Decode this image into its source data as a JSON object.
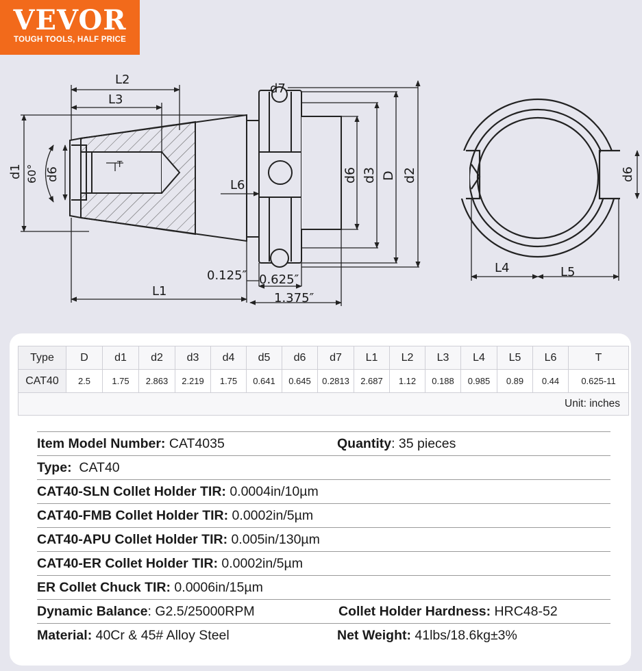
{
  "brand": {
    "name": "VEVOR",
    "tagline": "TOUGH TOOLS, HALF PRICE",
    "color": "#f26a1b"
  },
  "drawing": {
    "labels": {
      "L2": "L2",
      "L3": "L3",
      "L1": "L1",
      "L4": "L4",
      "L5": "L5",
      "L6": "L6",
      "d1": "d1",
      "d6": "d6",
      "d3": "d3",
      "D": "D",
      "d2": "d2",
      "d7": "d7",
      "T": "T",
      "angle": "60°",
      "dim_0125": "0.125″",
      "dim_0625": "0.625″",
      "dim_1375": "1.375″"
    }
  },
  "table": {
    "headers": [
      "Type",
      "D",
      "d1",
      "d2",
      "d3",
      "d4",
      "d5",
      "d6",
      "d7",
      "L1",
      "L2",
      "L3",
      "L4",
      "L5",
      "L6",
      "T"
    ],
    "values": [
      "CAT40",
      "2.5",
      "1.75",
      "2.863",
      "2.219",
      "1.75",
      "0.641",
      "0.645",
      "0.2813",
      "2.687",
      "1.12",
      "0.188",
      "0.985",
      "0.89",
      "0.44",
      "0.625-11"
    ],
    "unit": "Unit: inches"
  },
  "specs": {
    "item_model": {
      "label": "Item Model Number:",
      "value": " CAT4035"
    },
    "quantity": {
      "label": "Quantity",
      "value": ": 35 pieces"
    },
    "type": {
      "label": "Type:",
      "value": "  CAT40"
    },
    "sln": {
      "label": "CAT40-SLN Collet Holder TIR:",
      "value": " 0.0004in/10µm"
    },
    "fmb": {
      "label": "CAT40-FMB Collet Holder TIR:",
      "value": " 0.0002in/5µm"
    },
    "apu": {
      "label": "CAT40-APU Collet Holder TIR:",
      "value": " 0.005in/130µm"
    },
    "er_holder": {
      "label": "CAT40-ER Collet Holder TIR:",
      "value": " 0.0002in/5µm"
    },
    "er_chuck": {
      "label": "ER Collet Chuck TIR:",
      "value": " 0.0006in/15µm"
    },
    "balance": {
      "label": "Dynamic Balance",
      "value": ": G2.5/25000RPM"
    },
    "hardness": {
      "label": "Collet Holder Hardness:",
      "value": " HRC48-52"
    },
    "material": {
      "label": "Material:",
      "value": " 40Cr & 45# Alloy Steel"
    },
    "weight": {
      "label": "Net Weight:",
      "value": " 41lbs/18.6kg±3%"
    }
  }
}
